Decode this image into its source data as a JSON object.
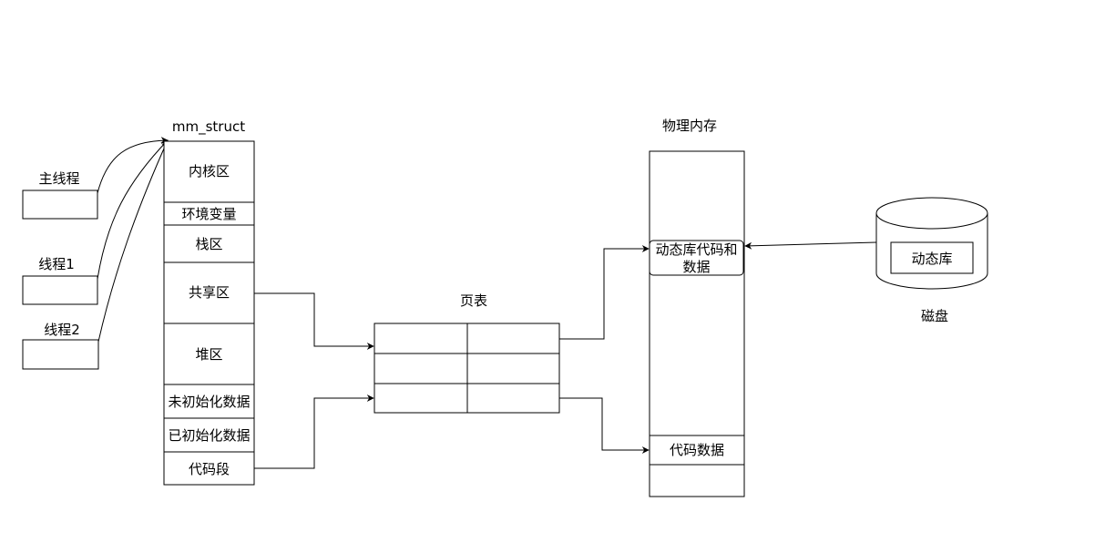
{
  "threads": {
    "main": "主线程",
    "t1": "线程1",
    "t2": "线程2"
  },
  "mm_struct": {
    "title": "mm_struct",
    "sections": [
      "内核区",
      "环境变量",
      "栈区",
      "共享区",
      "堆区",
      "未初始化数据",
      "已初始化数据",
      "代码段"
    ]
  },
  "page_table": {
    "title": "页表"
  },
  "physical_memory": {
    "title": "物理内存",
    "dyn_lib_line1": "动态库代码和",
    "dyn_lib_line2": "数据",
    "code_data": "代码数据"
  },
  "disk": {
    "inner": "动态库",
    "caption": "磁盘"
  }
}
